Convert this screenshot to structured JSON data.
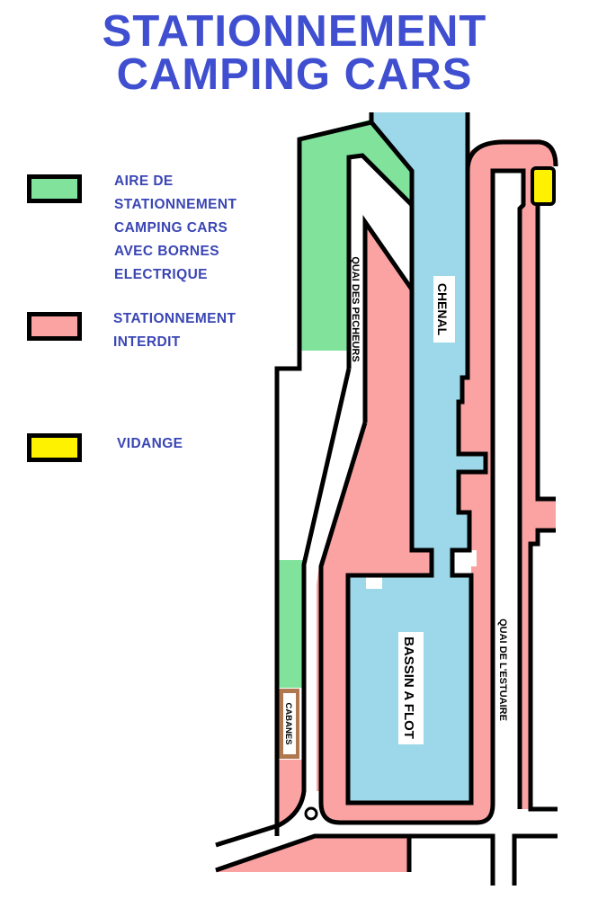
{
  "header": {
    "title_line1": "STATIONNEMENT",
    "title_line2": "CAMPING CARS"
  },
  "legend": {
    "items": [
      {
        "id": "green",
        "color": "#80e29b",
        "label": "AIRE DE\nSTATIONNEMENT\nCAMPING CARS\nAVEC BORNES\nELECTRIQUE"
      },
      {
        "id": "pink",
        "color": "#fba3a3",
        "label": "STATIONNEMENT\nINTERDIT"
      },
      {
        "id": "yellow",
        "color": "#fff200",
        "label": "VIDANGE"
      }
    ]
  },
  "map": {
    "colors": {
      "water": "#9cd8e9",
      "no_parking": "#fba3a3",
      "camping_area": "#80e29b",
      "dump_station": "#fff200",
      "cabanes": "#b07850",
      "outline": "#000000"
    },
    "labels": {
      "chenal": "CHENAL",
      "bassin": "BASSIN A FLOT",
      "quai_pecheurs": "QUAI DES PECHEURS",
      "quai_estuaire": "QUAI DE L'ESTUAIRE",
      "cabanes": "CABANES"
    }
  }
}
